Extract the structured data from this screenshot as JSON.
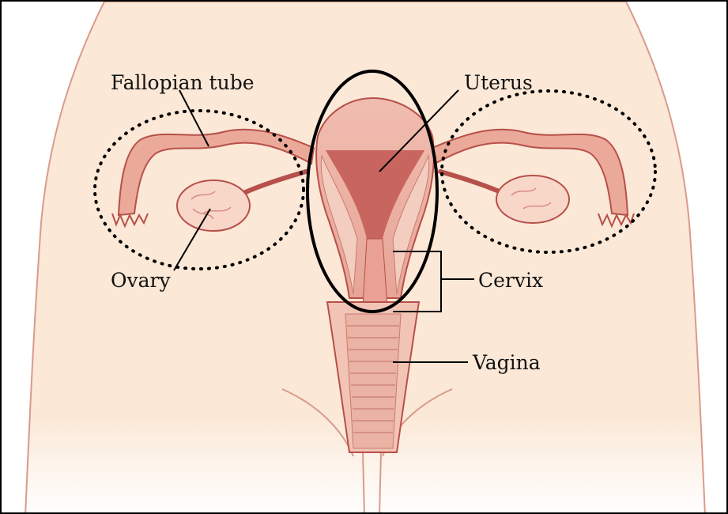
{
  "labels": {
    "fallopian_tube": "Fallopian tube",
    "uterus": "Uterus",
    "ovary": "Ovary",
    "cervix": "Cervix",
    "vagina": "Vagina"
  },
  "colors": {
    "skin": "#fbe8d6",
    "skin_outline": "#d99b8b",
    "tissue": "#f2c4b6",
    "tissue_dark": "#d98b80",
    "cavity": "#c9655f",
    "outline": "#b7504a",
    "ovary": "#f8d7c9"
  }
}
